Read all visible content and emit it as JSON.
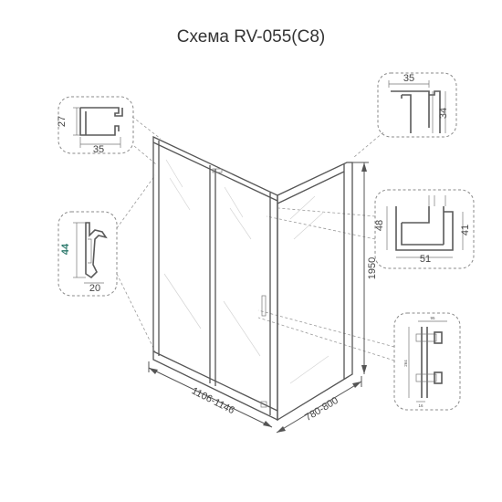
{
  "title": "Схема RV-055(C8)",
  "colors": {
    "lines": "#555555",
    "dashed": "#8a8a8a",
    "accent_label": "#2e7a6d"
  },
  "dimensions": {
    "door_width": "1106-1146",
    "side_width": "780-800",
    "height": "1950"
  },
  "profiles": {
    "top_left": {
      "width": "35",
      "height": "27"
    },
    "mid_left": {
      "width": "20",
      "height": "44"
    },
    "top_right": {
      "width": "35",
      "height": "34"
    },
    "mid_right": {
      "width": "51",
      "left_height": "48",
      "right_height": "41"
    },
    "bottom_right": {
      "top": "95",
      "side": "264",
      "bottom": "16"
    }
  }
}
